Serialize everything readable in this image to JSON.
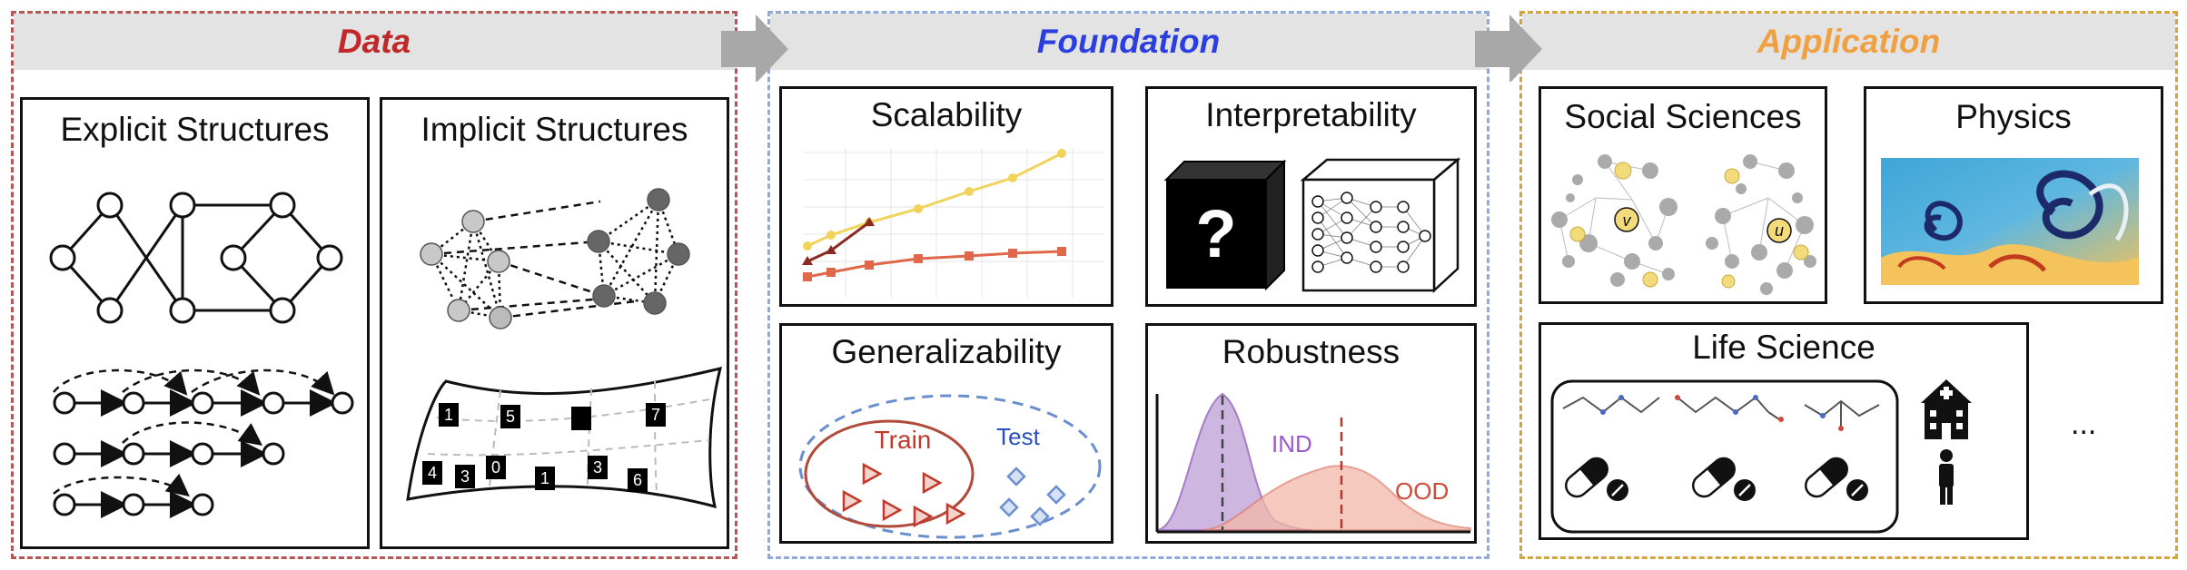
{
  "sections": {
    "data": {
      "title": "Data",
      "color": "#c0282a"
    },
    "foundation": {
      "title": "Foundation",
      "color": "#2b3fe0"
    },
    "application": {
      "title": "Application",
      "color": "#f0a040"
    }
  },
  "data_panels": {
    "explicit": {
      "title": "Explicit Structures"
    },
    "implicit": {
      "title": "Implicit Structures",
      "digits": [
        "1",
        "5",
        "7",
        "4",
        "3",
        "0",
        "1",
        "3",
        "6"
      ]
    }
  },
  "foundation_panels": {
    "scalability": {
      "title": "Scalability"
    },
    "interpretability": {
      "title": "Interpretability",
      "black_box_symbol": "?"
    },
    "generalizability": {
      "title": "Generalizability",
      "train_label": "Train",
      "test_label": "Test"
    },
    "robustness": {
      "title": "Robustness",
      "ind_label": "IND",
      "ood_label": "OOD"
    }
  },
  "application_panels": {
    "social": {
      "title": "Social Sciences",
      "node_v": "v",
      "node_u": "u"
    },
    "physics": {
      "title": "Physics"
    },
    "life": {
      "title": "Life Science",
      "ellipsis": "..."
    }
  },
  "colors": {
    "arrow": "#a8a8a8",
    "yellow_line": "#f2d35a",
    "brown_line": "#8b2a22",
    "orange_line": "#e0684a",
    "train_red": "#c0392b",
    "test_blue": "#2a4fbf",
    "ind_purple": "#9b59d0",
    "ood_red": "#d04a3a"
  }
}
